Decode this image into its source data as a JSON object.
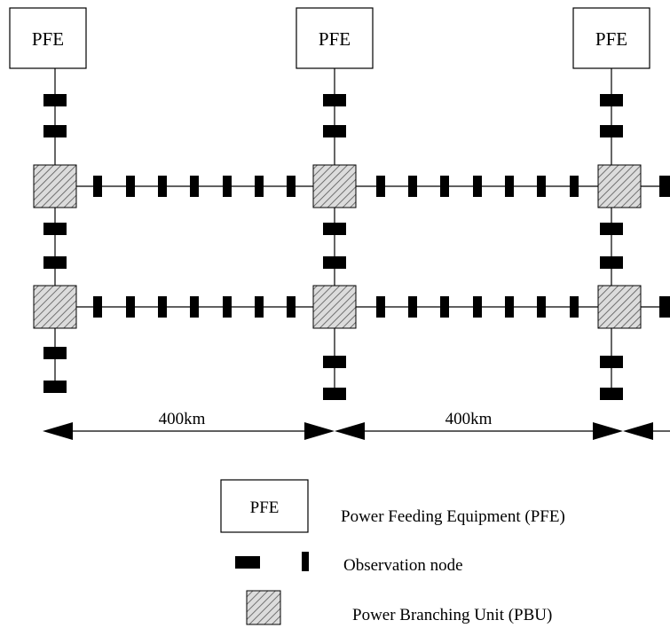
{
  "diagram": {
    "pfe_labels": [
      "PFE",
      "PFE",
      "PFE"
    ],
    "distance_labels": [
      "400km",
      "400km"
    ]
  },
  "legend": {
    "pfe_symbol_text": "PFE",
    "pfe_description": "Power Feeding Equipment (PFE)",
    "node_description": "Observation node",
    "pbu_description": "Power Branching Unit (PBU)"
  },
  "colors": {
    "line": "#000000",
    "node": "#000000",
    "pbu_fill": "#d9d9d9",
    "background": "#ffffff"
  }
}
